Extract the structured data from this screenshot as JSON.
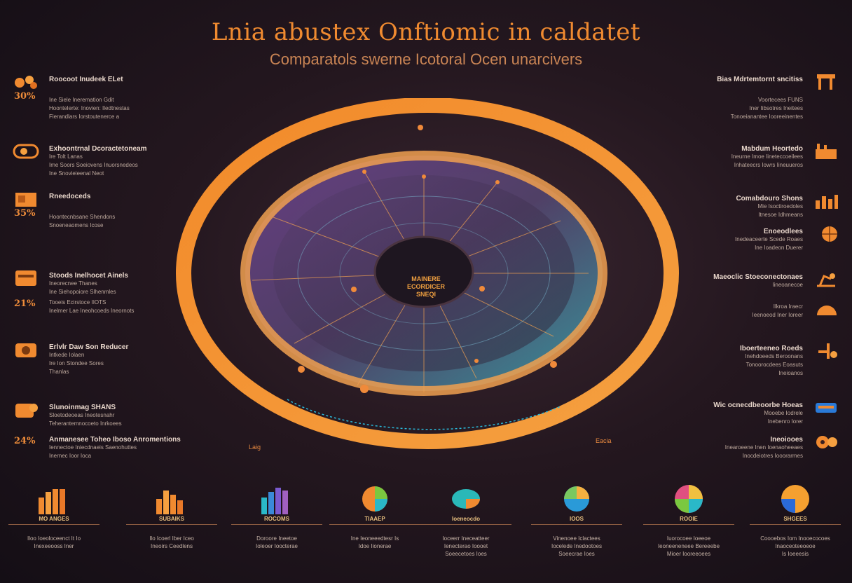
{
  "title": "Lnia abustex Onftiomic in caldatet",
  "subtitle": "Comparatols swerne Icotoral Ocen unarcivers",
  "center": {
    "label_lines": [
      "MAINERE",
      "ECORDICER",
      "SNEQI"
    ]
  },
  "circle_tags": {
    "left": "Laig",
    "right": "Eacia"
  },
  "left_items": [
    {
      "icon": "molecule-icon",
      "heading": "Roocoot Inudeek ELet",
      "pct": "30%",
      "lines": [
        "Ine Siele Ineremation Gdit",
        "Hoontelerte: Inovien: Iledtnestas",
        "Fierandlars  Iorstoutenerce a"
      ]
    },
    {
      "icon": "cloud-icon",
      "heading": "Exhoontrnal Dcoractetoneam",
      "pct": "",
      "lines": [
        "Ire Tolt Lanas",
        "Ime Soors Soeiovens Inuorsnedeos",
        "Ine Snovieieenal Neot"
      ]
    },
    {
      "icon": "box-icon",
      "heading": "Rneedoceds",
      "pct": "35%",
      "lines": [
        "Hoontecnbsane Shendons",
        "Snoeneaomens Icose"
      ]
    },
    {
      "icon": "gauge-icon",
      "heading": "Stoods Inelhocet Ainels",
      "pct": "",
      "lines": [
        "Ineorecnee Thanes",
        "Ine Siehopoiore Slhenmles"
      ]
    },
    {
      "icon": "chart-icon",
      "heading": "",
      "pct": "21%",
      "lines": [
        "Tooeis Ecirstoce IIOTS",
        "Inelmer Lae Ineohcoeds Ineornots"
      ]
    },
    {
      "icon": "camera-icon",
      "heading": "Erlvlr Daw Son Reducer",
      "pct": "",
      "lines": [
        "Intkede Iolaen",
        "Ire Ion Stondee Sores",
        "Thanlas"
      ]
    },
    {
      "icon": "cube-icon",
      "heading": "Slunoinmag SHANS",
      "pct": "",
      "lines": [
        "Sloetodeoeas Ineotesnahr",
        "Teherantemnocoeto Inrkoees"
      ]
    },
    {
      "icon": "stack-icon",
      "heading": "Anmanesee Toheo Iboso Anromentions",
      "pct": "24%",
      "lines": [
        "Iennectoe Iniecdnaeis Saenohuttes",
        "Inernec  Ioor Ioca"
      ]
    }
  ],
  "right_items": [
    {
      "icon": "flag-icon",
      "heading": "Bias Mdrtemtornt sncitiss",
      "pct": "",
      "lines": [
        "Voortecees FUNS",
        "Iner Iibsotres Ineitees",
        "Tonoeianantee  Iooreeinentes"
      ]
    },
    {
      "icon": "factory-icon",
      "heading": "Mabdum Heortedo",
      "pct": "",
      "lines": [
        "Ineurne Imoe Iineteccoeilees",
        "Inhateecrs Iowrs Iineuueros"
      ]
    },
    {
      "icon": "lamp-icon",
      "heading": "Comabdouro  Shons",
      "pct": "",
      "lines": [
        "Mie Isoctiroedoles",
        "Itnesoe Idhmeans"
      ]
    },
    {
      "icon": "bars-icon",
      "heading": "Enoeodlees",
      "pct": "",
      "lines": [
        "Inedeaceerte Scede Roaes",
        "Ine Ioadeon Duerer"
      ]
    },
    {
      "icon": "globe-icon",
      "heading": "Maeoclic Stoeconectonaes",
      "pct": "",
      "lines": [
        "Iineoanecoe"
      ]
    },
    {
      "icon": "helmet-icon",
      "heading": "",
      "pct": "",
      "lines": [
        "Ilkroa Iraecr",
        "Ieenoeod  Iner Ioreer"
      ]
    },
    {
      "icon": "tools-icon",
      "heading": "Iboerteeneo Roeds",
      "pct": "",
      "lines": [
        "Inehdoeeds Beroonans",
        "Tonoorocdees Eoasuts",
        "Ineioanos"
      ]
    },
    {
      "icon": "car-icon",
      "heading": "Wic ocnecdbeoorbe Hoeas",
      "pct": "",
      "lines": [
        "Mooebe Iodrele",
        "Inebenro Iorer"
      ]
    },
    {
      "icon": "gears-icon",
      "heading": "Ineoiooes",
      "pct": "",
      "lines": [
        "Inearoeene Inen Ioenaoheeaes",
        "Inocdeiotres Iooorarmes"
      ]
    }
  ],
  "bottom": [
    {
      "icon": "orange-bars-icon",
      "label": "MO ANGES",
      "lines": [
        "Iloo Ioeoloceenct It Io",
        "Inexeeooss Iner"
      ]
    },
    {
      "icon": "orange-bars-2-icon",
      "label": "SUBAIKS",
      "lines": [
        "Ilo Icoerl Iber Iceo",
        "Ineoirs Ceedlens"
      ]
    },
    {
      "icon": "blue-bars-icon",
      "label": "ROCOMS",
      "lines": [
        "Doroore Ineetoe",
        "Ioleoer Ioocterae"
      ]
    },
    {
      "icon": "pie-orange-icon",
      "label": "TIAAEP",
      "lines": [
        "Ine Ieoneeedtesr Is",
        "Idoe Iionerae"
      ]
    },
    {
      "icon": "pie-teal-icon",
      "label": "Ioeneocdo",
      "lines": [
        "Ioceerr Ineceatteer",
        "Ienecterao Ioooet",
        "Soeecetoes Ioes"
      ]
    },
    {
      "icon": "blob-blue-icon",
      "label": "IOOS",
      "lines": [
        "Vinenoee Iclactees",
        "Iocelede Inedootoes",
        "Soeecrae Ioes"
      ]
    },
    {
      "icon": "pie-multi-icon",
      "label": "ROOIE",
      "lines": [
        "Iuorocoee Ioeeoe",
        "Ieoneeneneee Bereeebe",
        "Mioer Iooreeoees"
      ]
    },
    {
      "icon": "pie-blue-icon",
      "label": "SHGEES",
      "lines": [
        "Coooebos Iom Inooecocoes",
        "Inaoceoteeoeoe",
        "Is Ioeeesis"
      ]
    }
  ]
}
